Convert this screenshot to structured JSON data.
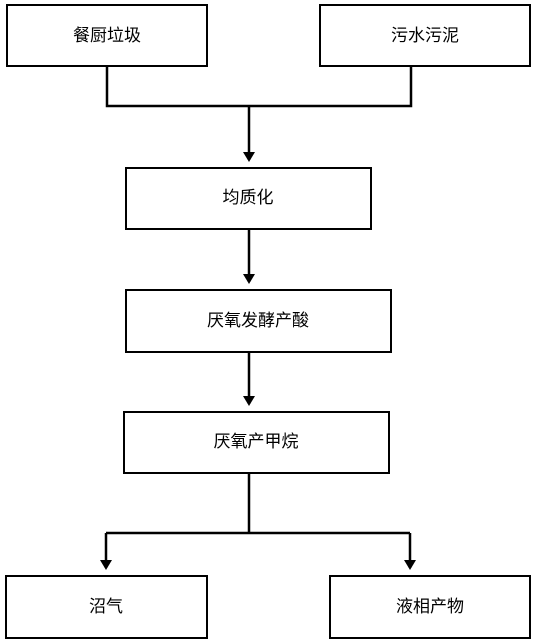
{
  "nodes": {
    "food_waste": "餐厨垃圾",
    "sewage_sludge": "污水污泥",
    "homogenization": "均质化",
    "anaerobic_acidogenesis": "厌氧发酵产酸",
    "anaerobic_methanogenesis": "厌氧产甲烷",
    "biogas": "沼气",
    "digestate": "液相产物"
  },
  "colors": {
    "stroke": "#000000",
    "background": "#ffffff"
  }
}
